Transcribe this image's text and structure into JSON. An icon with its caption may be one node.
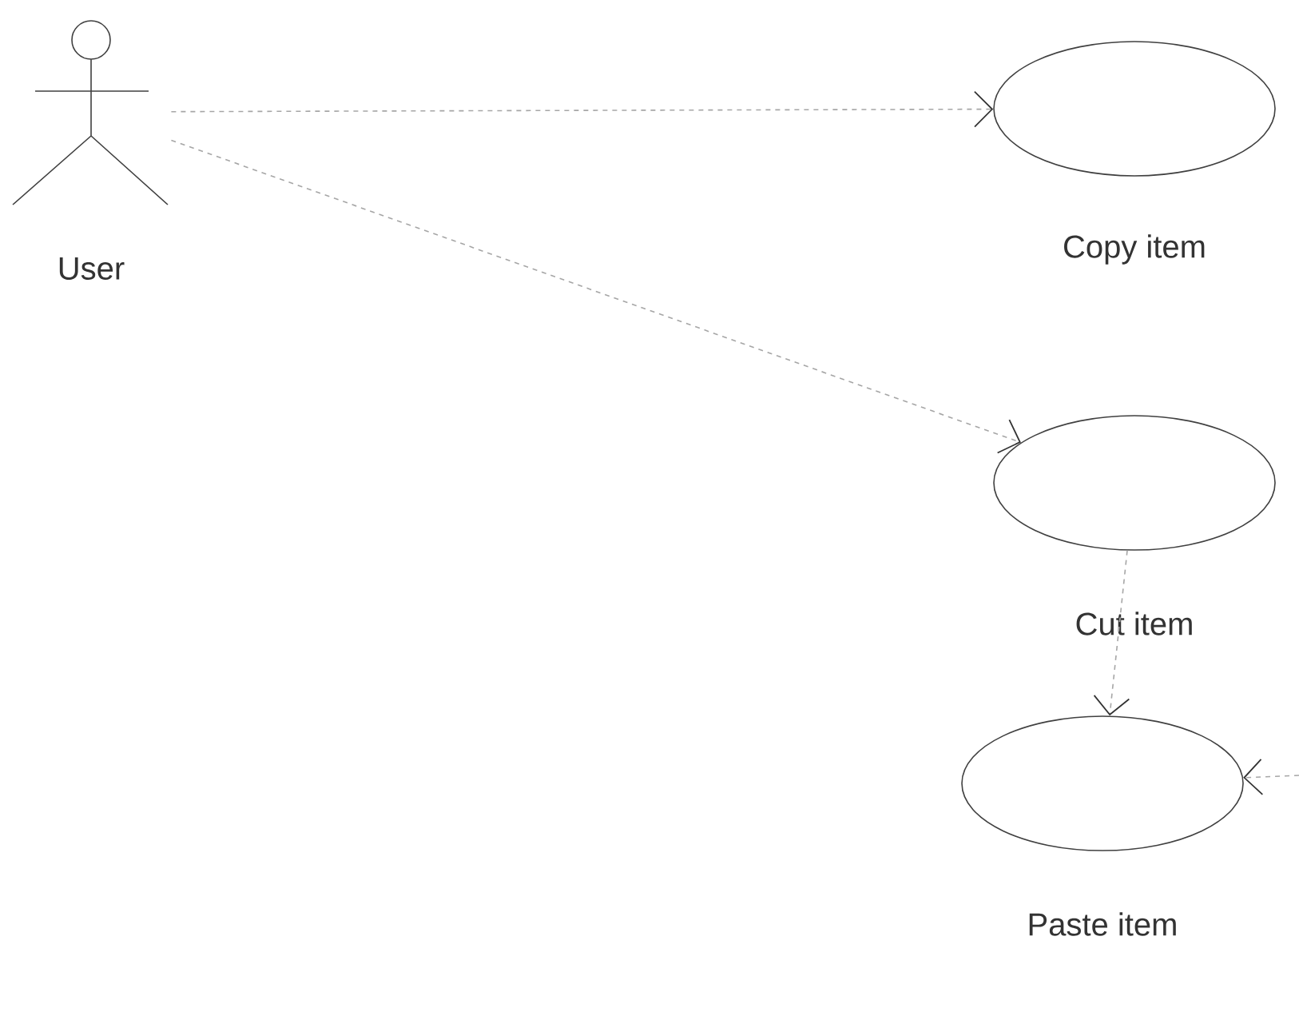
{
  "diagram": {
    "nodes": [
      {
        "text": [
          "User"
        ]
      },
      {
        "text": [
          "Copy item"
        ]
      },
      {
        "text": [
          "Cut item"
        ]
      },
      {
        "text": [
          "Paste item"
        ]
      }
    ],
    "edges": [
      {
        "from": 0,
        "to": 1,
        "arrow": "to"
      },
      {
        "from": 0,
        "to": 2,
        "arrow": "to"
      },
      {
        "from": 2,
        "to": 3,
        "arrow": "to"
      },
      {
        "from": null,
        "to": 3,
        "arrow": "to"
      }
    ]
  }
}
